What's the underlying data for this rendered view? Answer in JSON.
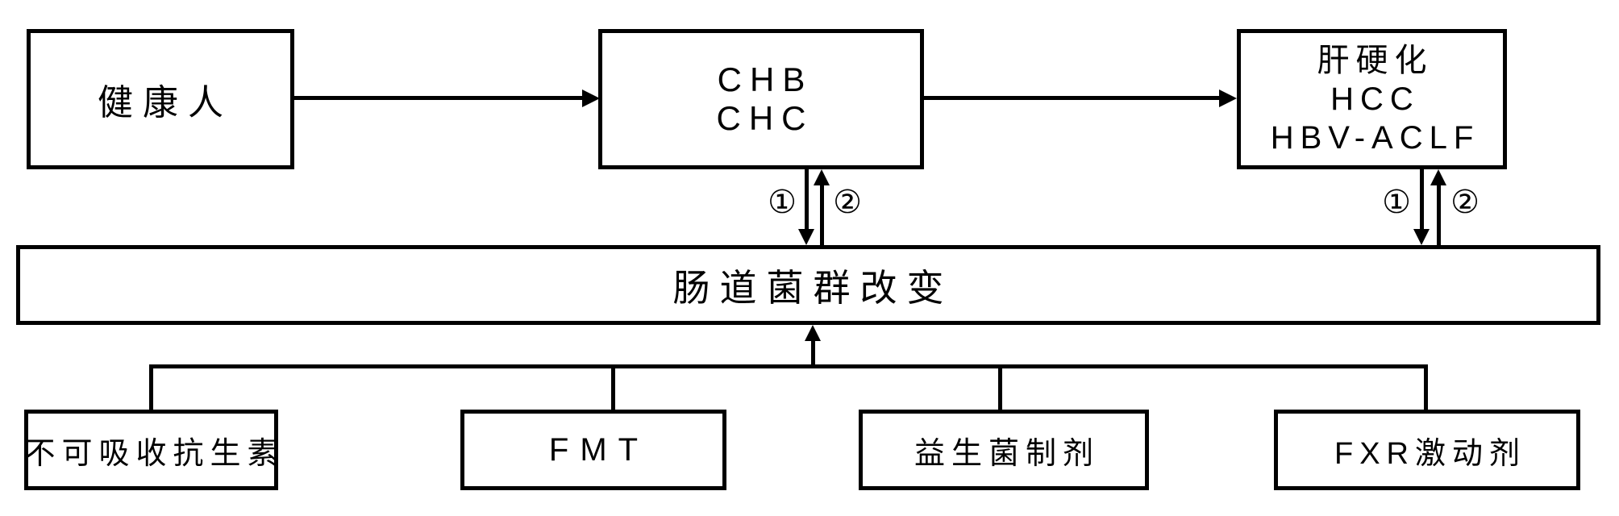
{
  "diagram": {
    "nodes": {
      "healthy": {
        "label": "健康人"
      },
      "chb_chc": {
        "line1": "CHB",
        "line2": "CHC"
      },
      "cirrhosis_group": {
        "line1": "肝硬化",
        "line2": "HCC",
        "line3": "HBV-ACLF"
      },
      "gut_microbiota": {
        "label": "肠道菌群改变"
      },
      "nonabsorbable_antibiotics": {
        "label": "不可吸收抗生素"
      },
      "fmt": {
        "label": "FMT"
      },
      "probiotics": {
        "label": "益生菌制剂"
      },
      "fxr_agonist": {
        "label": "FXR激动剂"
      }
    },
    "markers": {
      "step1": "①",
      "step2": "②"
    },
    "colors": {
      "stroke": "#000000",
      "background": "#ffffff",
      "text": "#000000"
    }
  }
}
